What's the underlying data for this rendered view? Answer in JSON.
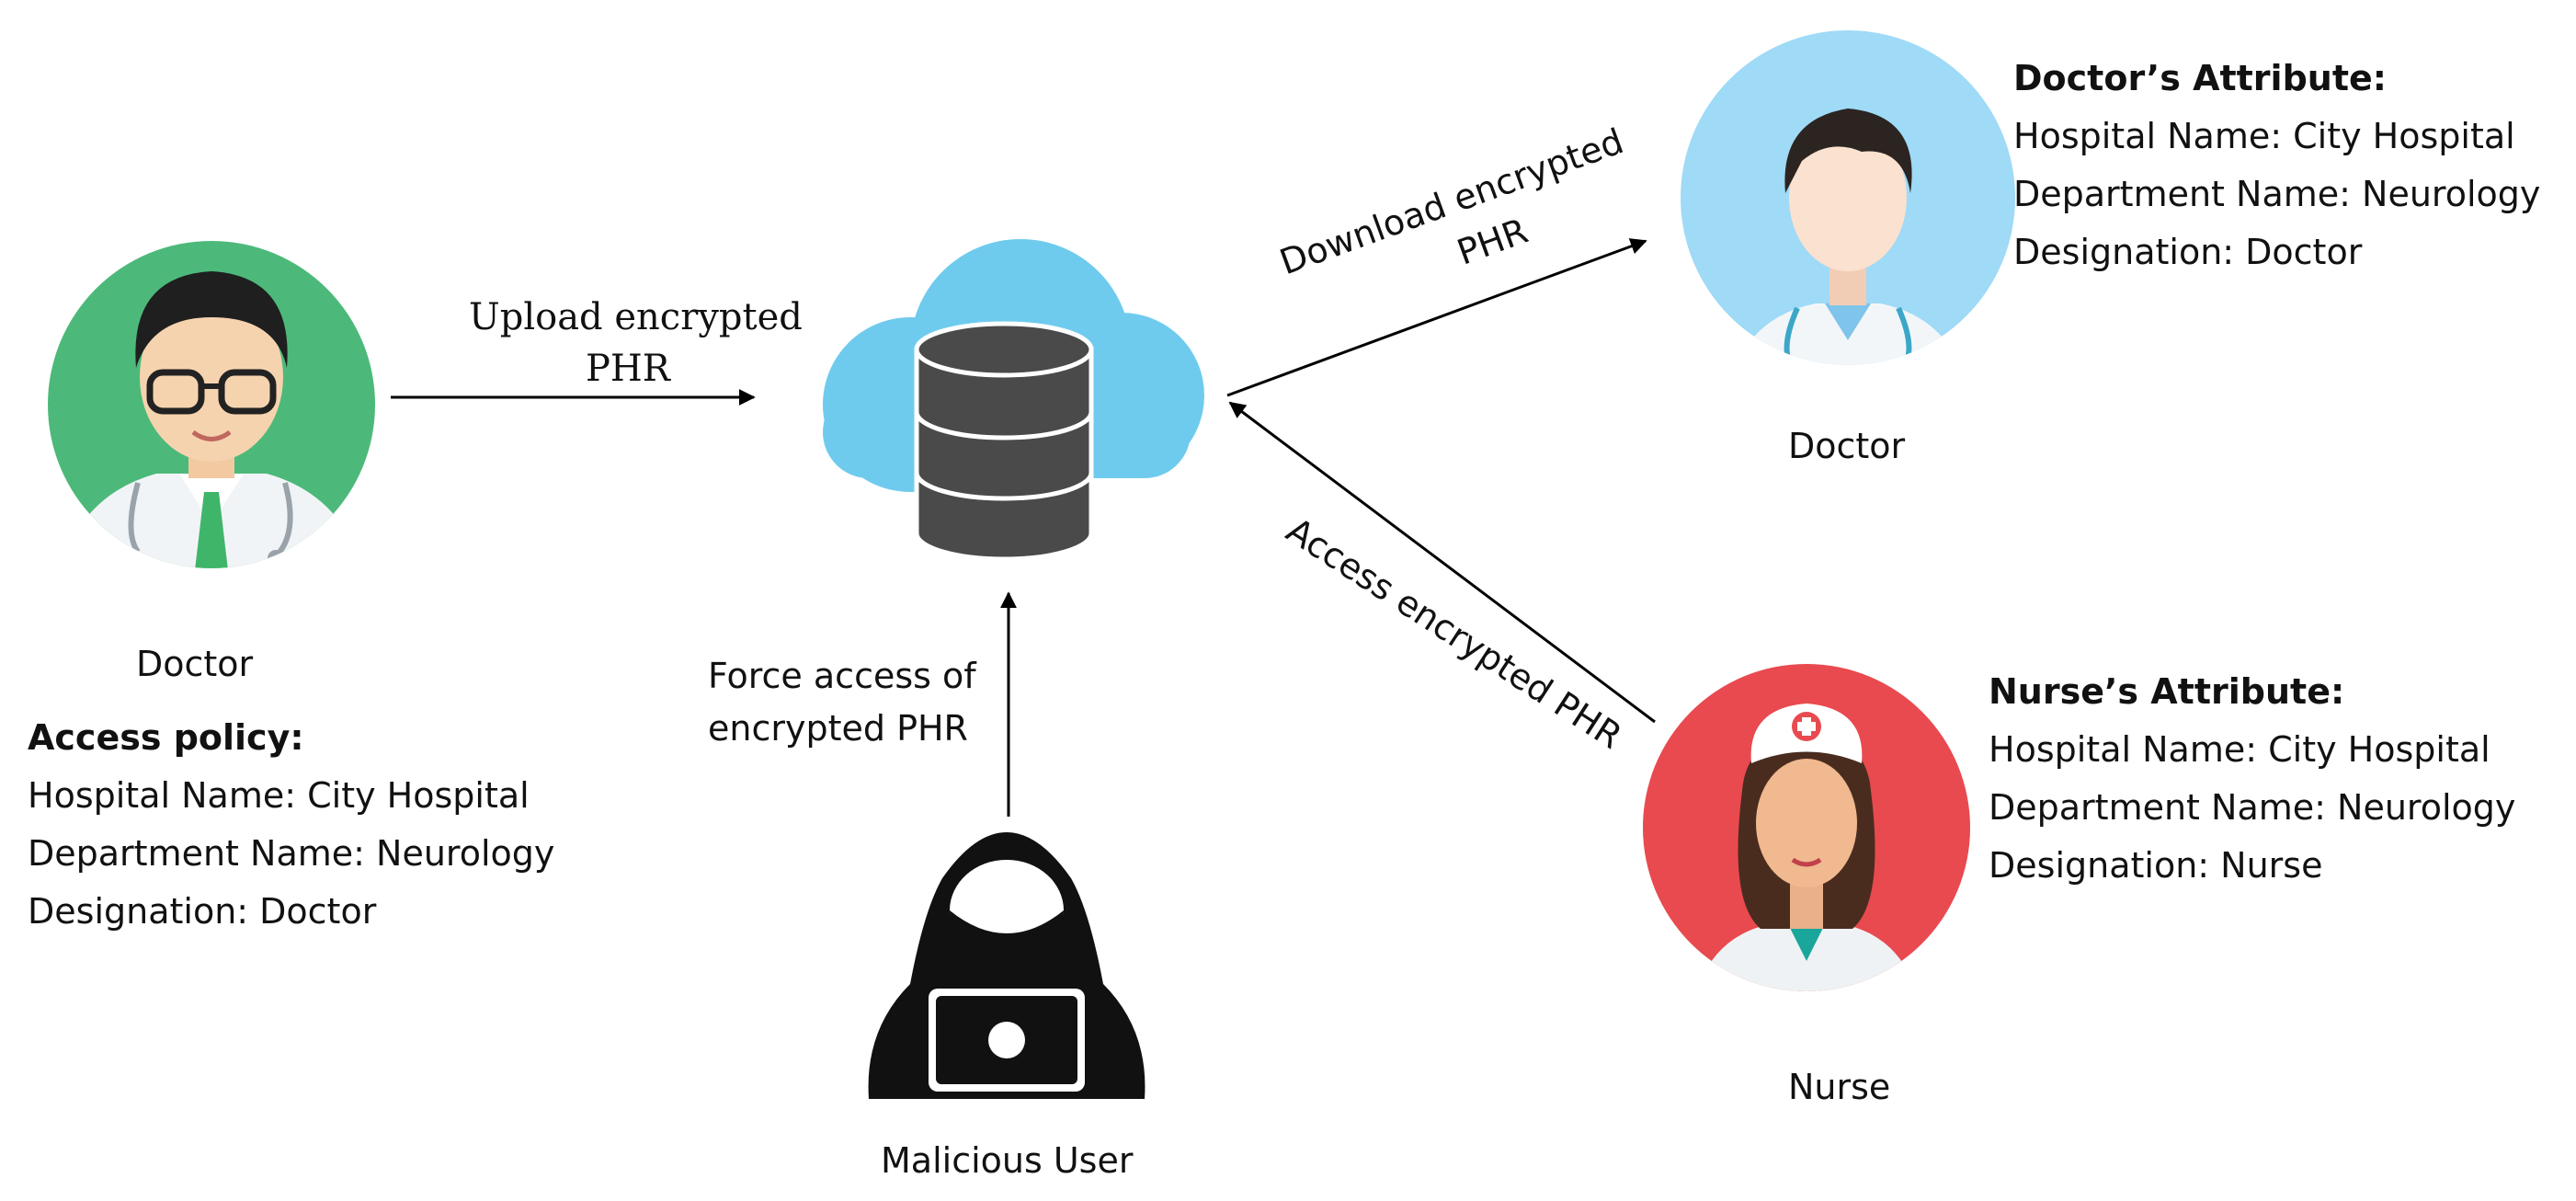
{
  "nodes": {
    "uploader": {
      "label": "Doctor"
    },
    "recipient_doctor": {
      "label": "Doctor"
    },
    "nurse": {
      "label": "Nurse"
    },
    "attacker": {
      "label": "Malicious User"
    }
  },
  "access_policy": {
    "heading": "Access policy:",
    "lines": [
      "Hospital Name: City Hospital",
      "Department Name: Neurology",
      "Designation: Doctor"
    ]
  },
  "doctor_attribute": {
    "heading": "Doctor’s Attribute:",
    "lines": [
      "Hospital Name: City Hospital",
      "Department Name: Neurology",
      "Designation: Doctor"
    ]
  },
  "nurse_attribute": {
    "heading": "Nurse’s Attribute:",
    "lines": [
      "Hospital Name: City Hospital",
      "Department Name: Neurology",
      "Designation: Nurse"
    ]
  },
  "edges": {
    "upload": {
      "line1": "Upload encrypted",
      "line2": "PHR"
    },
    "download": {
      "line1": "Download encrypted",
      "line2": "PHR"
    },
    "access": {
      "label": "Access encrypted PHR"
    },
    "force": {
      "line1": "Force access of",
      "line2": "encrypted PHR"
    }
  },
  "colors": {
    "uploader_circle": "#4cb97a",
    "doctor_circle": "#9fdaf7",
    "nurse_circle": "#e84a4f",
    "cloud": "#6fcbee",
    "database": "#4a4a4a",
    "hacker": "#111111"
  }
}
